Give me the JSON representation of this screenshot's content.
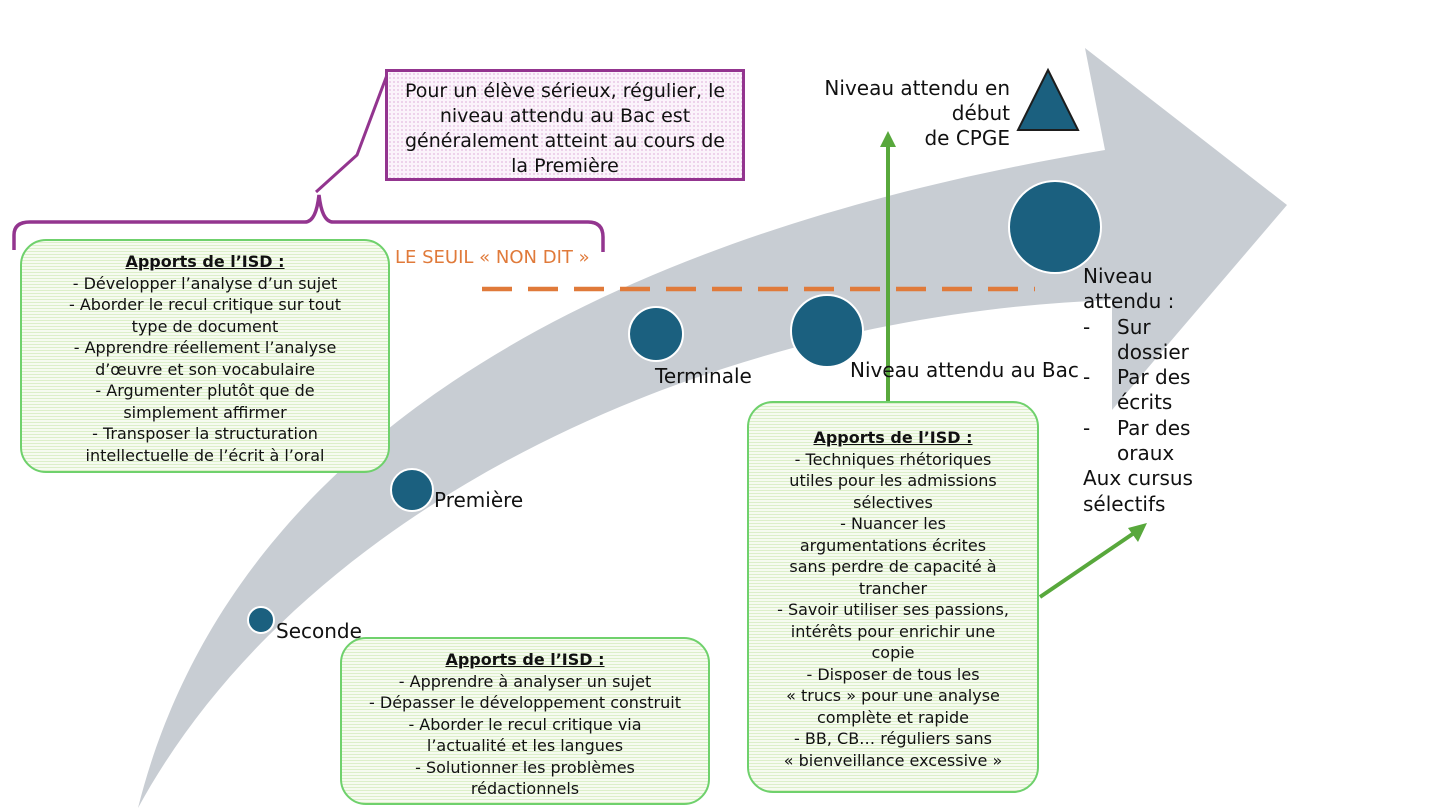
{
  "callout": {
    "lines": [
      "Pour un élève sérieux, régulier, le",
      "niveau attendu au Bac est",
      "généralement atteint au cours de",
      "la Première"
    ]
  },
  "cpge_label": {
    "lines": [
      "Niveau attendu en début",
      "de CPGE"
    ]
  },
  "seuil_label": "LE SEUIL « NON DIT »",
  "stages": {
    "seconde": "Seconde",
    "premiere": "Première",
    "terminale": "Terminale",
    "bac": "Niveau attendu au Bac"
  },
  "expected_level": {
    "lines": [
      "Niveau",
      "attendu :"
    ],
    "items": [
      {
        "dash": "-",
        "lines": [
          "Sur",
          "dossier"
        ]
      },
      {
        "dash": "-",
        "lines": [
          "Par des",
          "écrits"
        ]
      },
      {
        "dash": "-",
        "lines": [
          "Par des",
          "oraux"
        ]
      }
    ],
    "footer": [
      "Aux cursus",
      "sélectifs"
    ]
  },
  "box_premiere": {
    "heading": "Apports de l’ISD :",
    "lines": [
      "- Développer l’analyse d’un sujet",
      "-   Aborder le recul critique sur tout",
      "type de document",
      "-   Apprendre réellement l’analyse",
      "d’œuvre et son vocabulaire",
      "-   Argumenter plutôt que de",
      "simplement affirmer",
      "-   Transposer la structuration",
      "intellectuelle de l’écrit à l’oral"
    ]
  },
  "box_seconde": {
    "heading": "Apports de l’ISD :",
    "lines": [
      "- Apprendre à analyser un sujet",
      "-   Dépasser le développement construit",
      "-   Aborder le recul critique via",
      "l’actualité et les langues",
      "-   Solutionner les problèmes",
      "rédactionnels"
    ]
  },
  "box_terminale": {
    "heading": "Apports de l’ISD :",
    "lines": [
      "-   Techniques rhétoriques",
      "utiles pour les admissions",
      "sélectives",
      "-   Nuancer les",
      "argumentations écrites",
      "sans perdre de capacité à",
      "trancher",
      "-   Savoir utiliser ses passions,",
      "intérêts pour enrichir une",
      "copie",
      "-   Disposer de tous les",
      "« trucs » pour une analyse",
      "complète et rapide",
      "-   BB, CB… réguliers sans",
      "« bienveillance excessive »"
    ]
  },
  "colors": {
    "arrow": "#c8cdd3",
    "dot": "#1b607f",
    "box_border": "#6fd16c",
    "callout_border": "#93358f",
    "seuil": "#e07a3a",
    "green_arrow": "#58a83c"
  }
}
